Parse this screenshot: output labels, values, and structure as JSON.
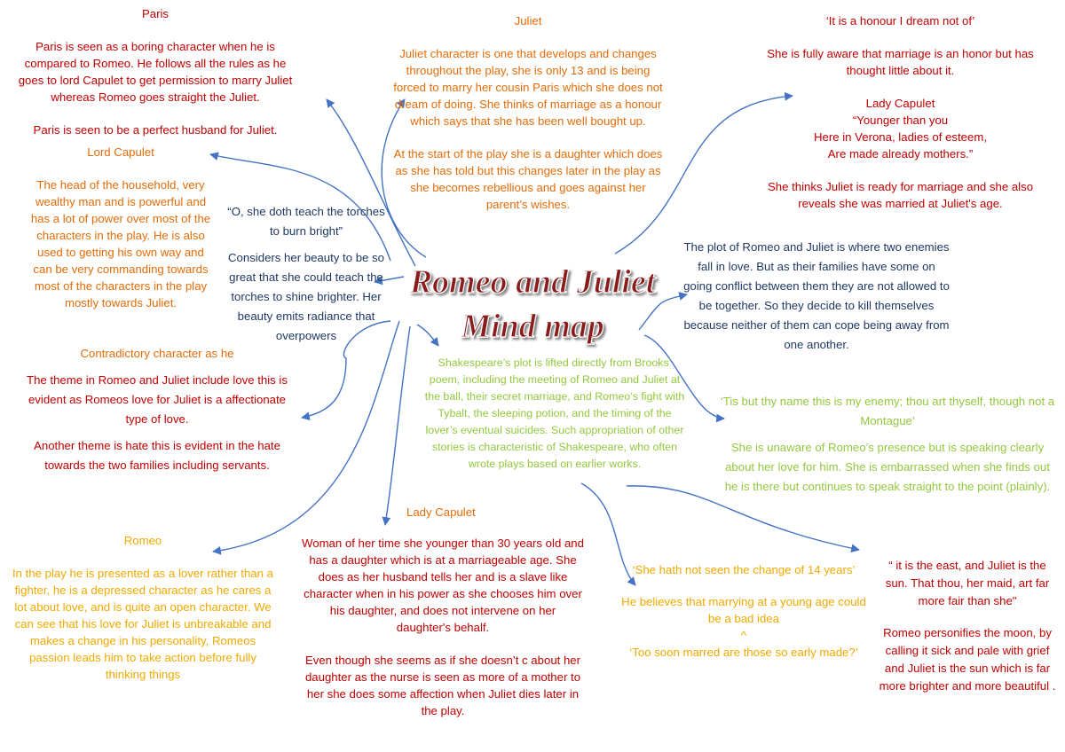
{
  "title": {
    "line1": "Romeo and Juliet",
    "line2": "Mind map"
  },
  "nodes": {
    "paris": {
      "heading": "Paris",
      "p1": "Paris is seen as a boring character when he is compared to Romeo. He follows all the rules as he goes to lord Capulet to get permission to marry Juliet whereas Romeo goes straight the Juliet.",
      "p2": "Paris is seen to be a perfect husband for Juliet."
    },
    "juliet": {
      "heading": "Juliet",
      "p1": "Juliet character is one that develops and changes throughout the play, she is only 13 and is being forced to marry her cousin Paris which she does not dream of doing. She thinks of marriage as a honour which says that she has been well bought up.",
      "p2": "At the start of the play she is a daughter which does as she has told but this changes later in the play as she becomes rebellious and goes against her parent’s wishes."
    },
    "honour": {
      "quote": "‘It is a honour I dream not of’",
      "p1": "She is fully aware that marriage is an honor but has thought little about it.",
      "heading": "Lady Capulet",
      "q1": "“Younger than you",
      "q2": "Here in Verona, ladies of esteem,",
      "q3": "Are made already mothers.”",
      "p2": "She thinks Juliet is ready for marriage and she also reveals she was married at Juliet's age."
    },
    "lord_capulet": {
      "heading": "Lord Capulet",
      "p1": "The head of the household, very wealthy man and is powerful and has a lot of power over most of the characters in the play. He is also used to getting his own way and can be very commanding towards most of the characters in the play mostly towards Juliet."
    },
    "torches": {
      "quote": "“O, she doth teach the torches to burn bright”",
      "p1": "Considers her beauty to be so great that she could teach the torches to shine brighter. Her beauty emits radiance that overpowers"
    },
    "plot": {
      "p1": "The plot of Romeo and Juliet is where two enemies fall in love. But as their families have some on going conflict between them they are not allowed to be together. So they decide to kill themselves because neither of them can cope being away from one another."
    },
    "themes": {
      "heading": "Contradictory character as he",
      "p1": "The theme in Romeo and Juliet include love this is evident as Romeos love for Juliet is a affectionate type of love.",
      "p2": "Another theme is hate this is evident in the hate towards the two families including servants."
    },
    "shakespeare": {
      "p1": "Shakespeare’s plot is lifted directly from Brooks’ poem, including the meeting of Romeo and Juliet at the ball, their secret marriage, and Romeo’s fight with Tybalt, the sleeping potion, and the timing of the lover’s eventual suicides. Such appropriation of other stories is characteristic of Shakespeare, who often wrote plays based on earlier works."
    },
    "name_quote": {
      "quote": "‘Tis but thy name this is my enemy; thou art thyself, though not a Montague’",
      "p1": "She is unaware of Romeo’s presence but is speaking clearly about her love for him. She is embarrassed when she finds out he is there but continues to speak straight to the point (plainly)."
    },
    "romeo": {
      "heading": "Romeo",
      "p1": "In the play he is presented as a lover rather than a fighter, he is a depressed character as he cares a lot about love, and is quite an open character. We can see that his love for Juliet is unbreakable and makes a change in his personality, Romeos passion leads him to take action before fully thinking things"
    },
    "lady_capulet": {
      "heading": "Lady Capulet",
      "p1": "Woman of her time she younger than 30 years old and has a daughter which is at a marriageable age. She does as her husband tells her and is a slave like character when in his power as she chooses him over his daughter, and does not intervene on her daughter's behalf.",
      "p2": "Even though she seems as if she doesn’t c about her daughter as the nurse is seen as more of a mother to her she does some affection when Juliet dies later in the play."
    },
    "change_quote": {
      "quote": "‘She hath not seen the change of 14 years’",
      "p1": "He believes that marrying at a young age could be a bad idea",
      "caret": "^",
      "quote2": "‘Too soon marred are those so early made?’"
    },
    "east_quote": {
      "quote": "“ it is the east, and Juliet is the sun. That thou, her maid, art far more fair than she\"",
      "p1": "Romeo personifies the moon, by calling it sick and pale with grief and Juliet is the sun which is far more brighter and more beautiful ."
    }
  },
  "colors": {
    "arrow": "#4472c4",
    "title_fill": "#8b1a1a",
    "title_outline": "#ffffff",
    "red": "#c00000",
    "orange": "#e36c09",
    "gold": "#f0a900",
    "navy": "#1f3864",
    "green": "#92c83e"
  }
}
